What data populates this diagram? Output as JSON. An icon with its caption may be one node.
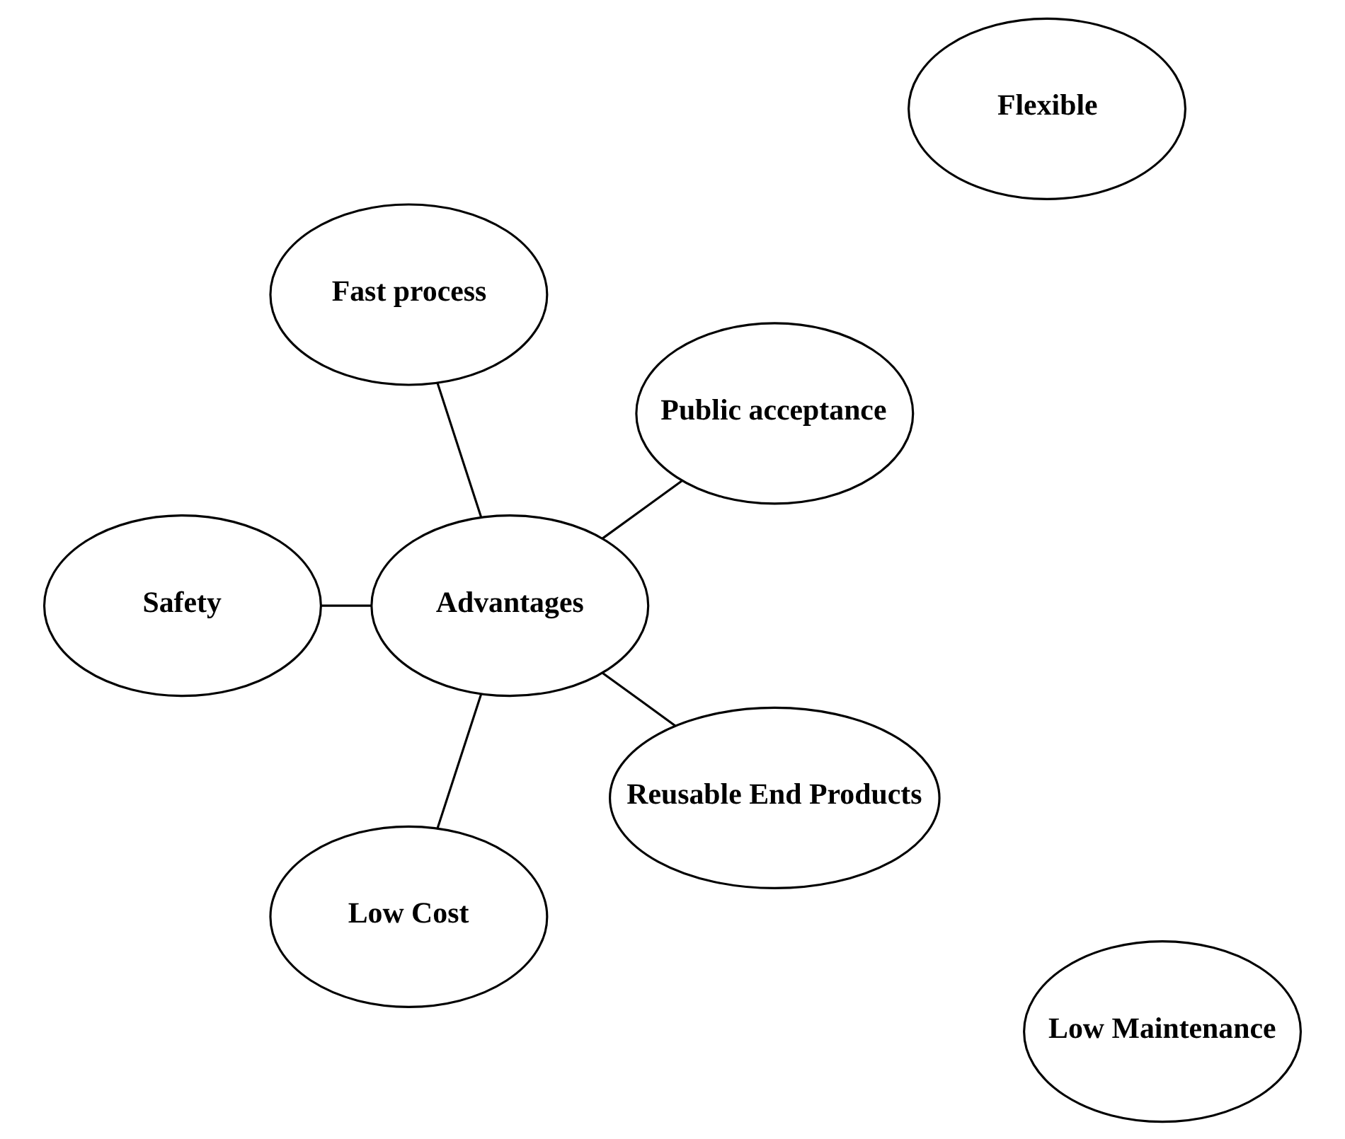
{
  "diagram": {
    "nodes": [
      {
        "text": [
          "Public acceptance"
        ]
      },
      {
        "text": [
          "Fast process"
        ]
      },
      {
        "text": [
          "Safety"
        ]
      },
      {
        "text": [
          "Advantages"
        ]
      },
      {
        "text": [
          "Flexible"
        ]
      },
      {
        "text": [
          "Low Maintenance"
        ]
      },
      {
        "text": [
          "Low Cost"
        ]
      },
      {
        "text": [
          "Reusable End Products"
        ]
      }
    ],
    "edges": [
      {
        "from": 3,
        "to": 0,
        "arrow": "none"
      },
      {
        "from": 3,
        "to": 1,
        "arrow": "none"
      },
      {
        "from": 3,
        "to": 2,
        "arrow": "none"
      },
      {
        "from": 3,
        "to": 6,
        "arrow": "none"
      },
      {
        "from": 3,
        "to": 7,
        "arrow": "none"
      }
    ]
  }
}
